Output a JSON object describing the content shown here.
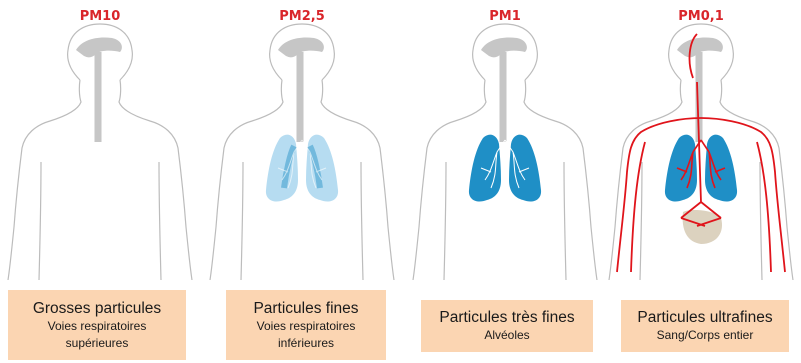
{
  "colors": {
    "title": "#d9252a",
    "label_bg": "#fbd5b2",
    "outline": "#bcbcbc",
    "airway": "#c6c6c6",
    "lung": "#1f8fc6",
    "lung_light": "#a9d6ee",
    "blood": "#e0141b",
    "organ": "#dcd2bf"
  },
  "panels": [
    {
      "title": "PM10",
      "label": "Grosses particules",
      "sub1": "Voies respiratoires",
      "sub2": "supérieures",
      "lungs": "none"
    },
    {
      "title": "PM2,5",
      "label": "Particules fines",
      "sub1": "Voies respiratoires",
      "sub2": "inférieures",
      "lungs": "light"
    },
    {
      "title": "PM1",
      "label": "Particules très fines",
      "sub1": "Alvéoles",
      "sub2": "",
      "lungs": "full"
    },
    {
      "title": "PM0,1",
      "label": "Particules ultrafines",
      "sub1": "Sang/Corps entier",
      "sub2": "",
      "lungs": "blood"
    }
  ]
}
